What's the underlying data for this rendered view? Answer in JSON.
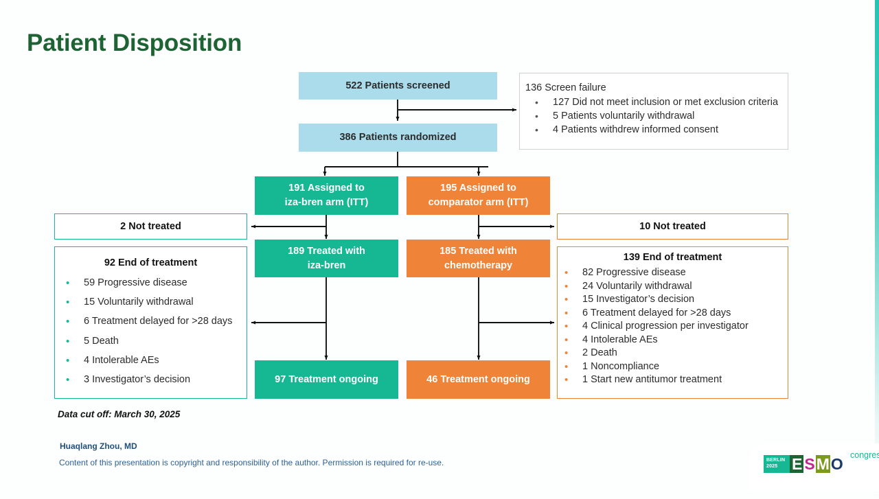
{
  "slide": {
    "title": "Patient Disposition",
    "accent_green": "#1d6333",
    "accent_teal": "#16b894",
    "accent_orange": "#ef8337",
    "accent_blue": "#abdcec"
  },
  "flow": {
    "screened": {
      "line1": "522 Patients screened"
    },
    "randomized": {
      "line1": "386 Patients randomized"
    },
    "screen_failure": {
      "heading": "136 Screen failure",
      "items": [
        "127 Did not meet inclusion or met exclusion criteria",
        "5 Patients voluntarily withdrawal",
        "4 Patients withdrew informed consent"
      ]
    },
    "assigned_left": {
      "line1": "191 Assigned to",
      "line2": "iza-bren arm (ITT)"
    },
    "assigned_right": {
      "line1": "195 Assigned to",
      "line2": "comparator arm (ITT)"
    },
    "not_treated_left": {
      "line1": "2 Not treated"
    },
    "not_treated_right": {
      "line1": "10 Not treated"
    },
    "treated_left": {
      "line1": "189 Treated with",
      "line2": "iza-bren"
    },
    "treated_right": {
      "line1": "185 Treated with",
      "line2": "chemotherapy"
    },
    "ongoing_left": {
      "line1": "97 Treatment ongoing"
    },
    "ongoing_right": {
      "line1": "46 Treatment ongoing"
    },
    "eot_left": {
      "title": "92 End of treatment",
      "items": [
        "59 Progressive disease",
        "15 Voluntarily withdrawal",
        "6 Treatment delayed for >28 days",
        "5 Death",
        "4 Intolerable AEs",
        "3 Investigator’s decision"
      ]
    },
    "eot_right": {
      "title": "139 End of treatment",
      "items": [
        "82 Progressive disease",
        "24 Voluntarily withdrawal",
        "15 Investigator’s decision",
        "6 Treatment delayed for >28 days",
        "4 Clinical progression per investigator",
        "4 Intolerable AEs",
        "2 Death",
        "1 Noncompliance",
        "1 Start new antitumor treatment"
      ]
    },
    "bullet_glyph": "•"
  },
  "footer": {
    "data_cutoff": "Data cut off: March 30, 2025",
    "author": "Huaqlang Zhou, MD",
    "copyright": "Content of this presentation is copyright and responsibility of the author. Permission is required for re-use."
  },
  "logo": {
    "badge_line1": "BERLIN",
    "badge_line2": "2025",
    "letter_e": "E",
    "letter_s": "S",
    "letter_m": "M",
    "letter_o": "O",
    "congress": "congress"
  }
}
